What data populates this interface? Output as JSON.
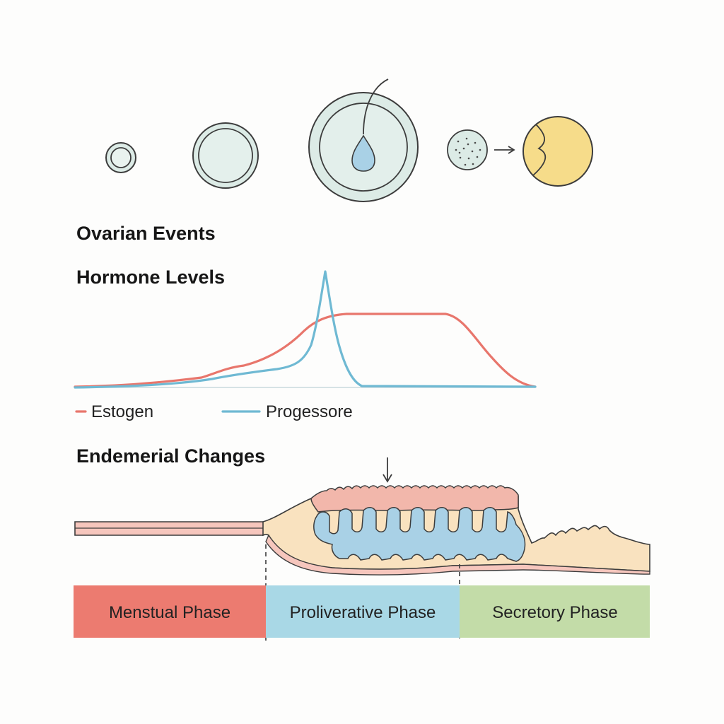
{
  "headings": {
    "ovarian": "Ovarian Events",
    "hormone": "Hormone Levels",
    "endometrial": "Endemerial Changes"
  },
  "legend": {
    "estrogen": "Estogen",
    "progesterone": "Progessore"
  },
  "phases": [
    {
      "label": "Menstual Phase",
      "color": "#ec7b70"
    },
    {
      "label": "Proliverative Phase",
      "color": "#a9d8e6"
    },
    {
      "label": "Secretory Phase",
      "color": "#c3dca8"
    }
  ],
  "colors": {
    "estrogen": "#e8766c",
    "progesterone": "#6fb9d3",
    "follicle_fill": "#dcebe6",
    "corpus_luteum": "#f6dc8a",
    "endometrium_pink": "#f6c6bd",
    "endometrium_cream": "#f9e2bf",
    "glands": "#a9d1e6"
  },
  "icons": [
    "primordial-follicle-icon",
    "primary-follicle-icon",
    "mature-follicle-icon",
    "ruptured-follicle-icon",
    "arrow-icon",
    "corpus-luteum-icon",
    "down-arrow-icon"
  ]
}
